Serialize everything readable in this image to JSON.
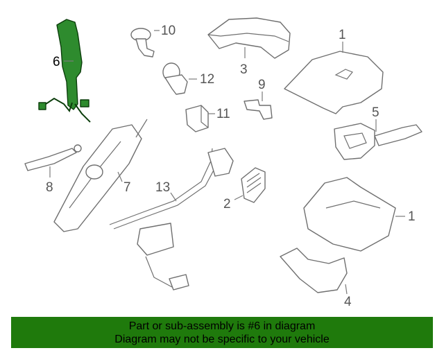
{
  "callouts": {
    "c1a": "1",
    "c1b": "1",
    "c2": "2",
    "c3": "3",
    "c4": "4",
    "c5": "5",
    "c6": "6",
    "c7": "7",
    "c8": "8",
    "c9": "9",
    "c10": "10",
    "c11": "11",
    "c12": "12",
    "c13": "13"
  },
  "highlight_color": "#2e8b2e",
  "banner": {
    "line1": "Part or sub-assembly is #6 in diagram",
    "line2": "Diagram may not be specific to your vehicle",
    "color": "#1f7a0c"
  }
}
